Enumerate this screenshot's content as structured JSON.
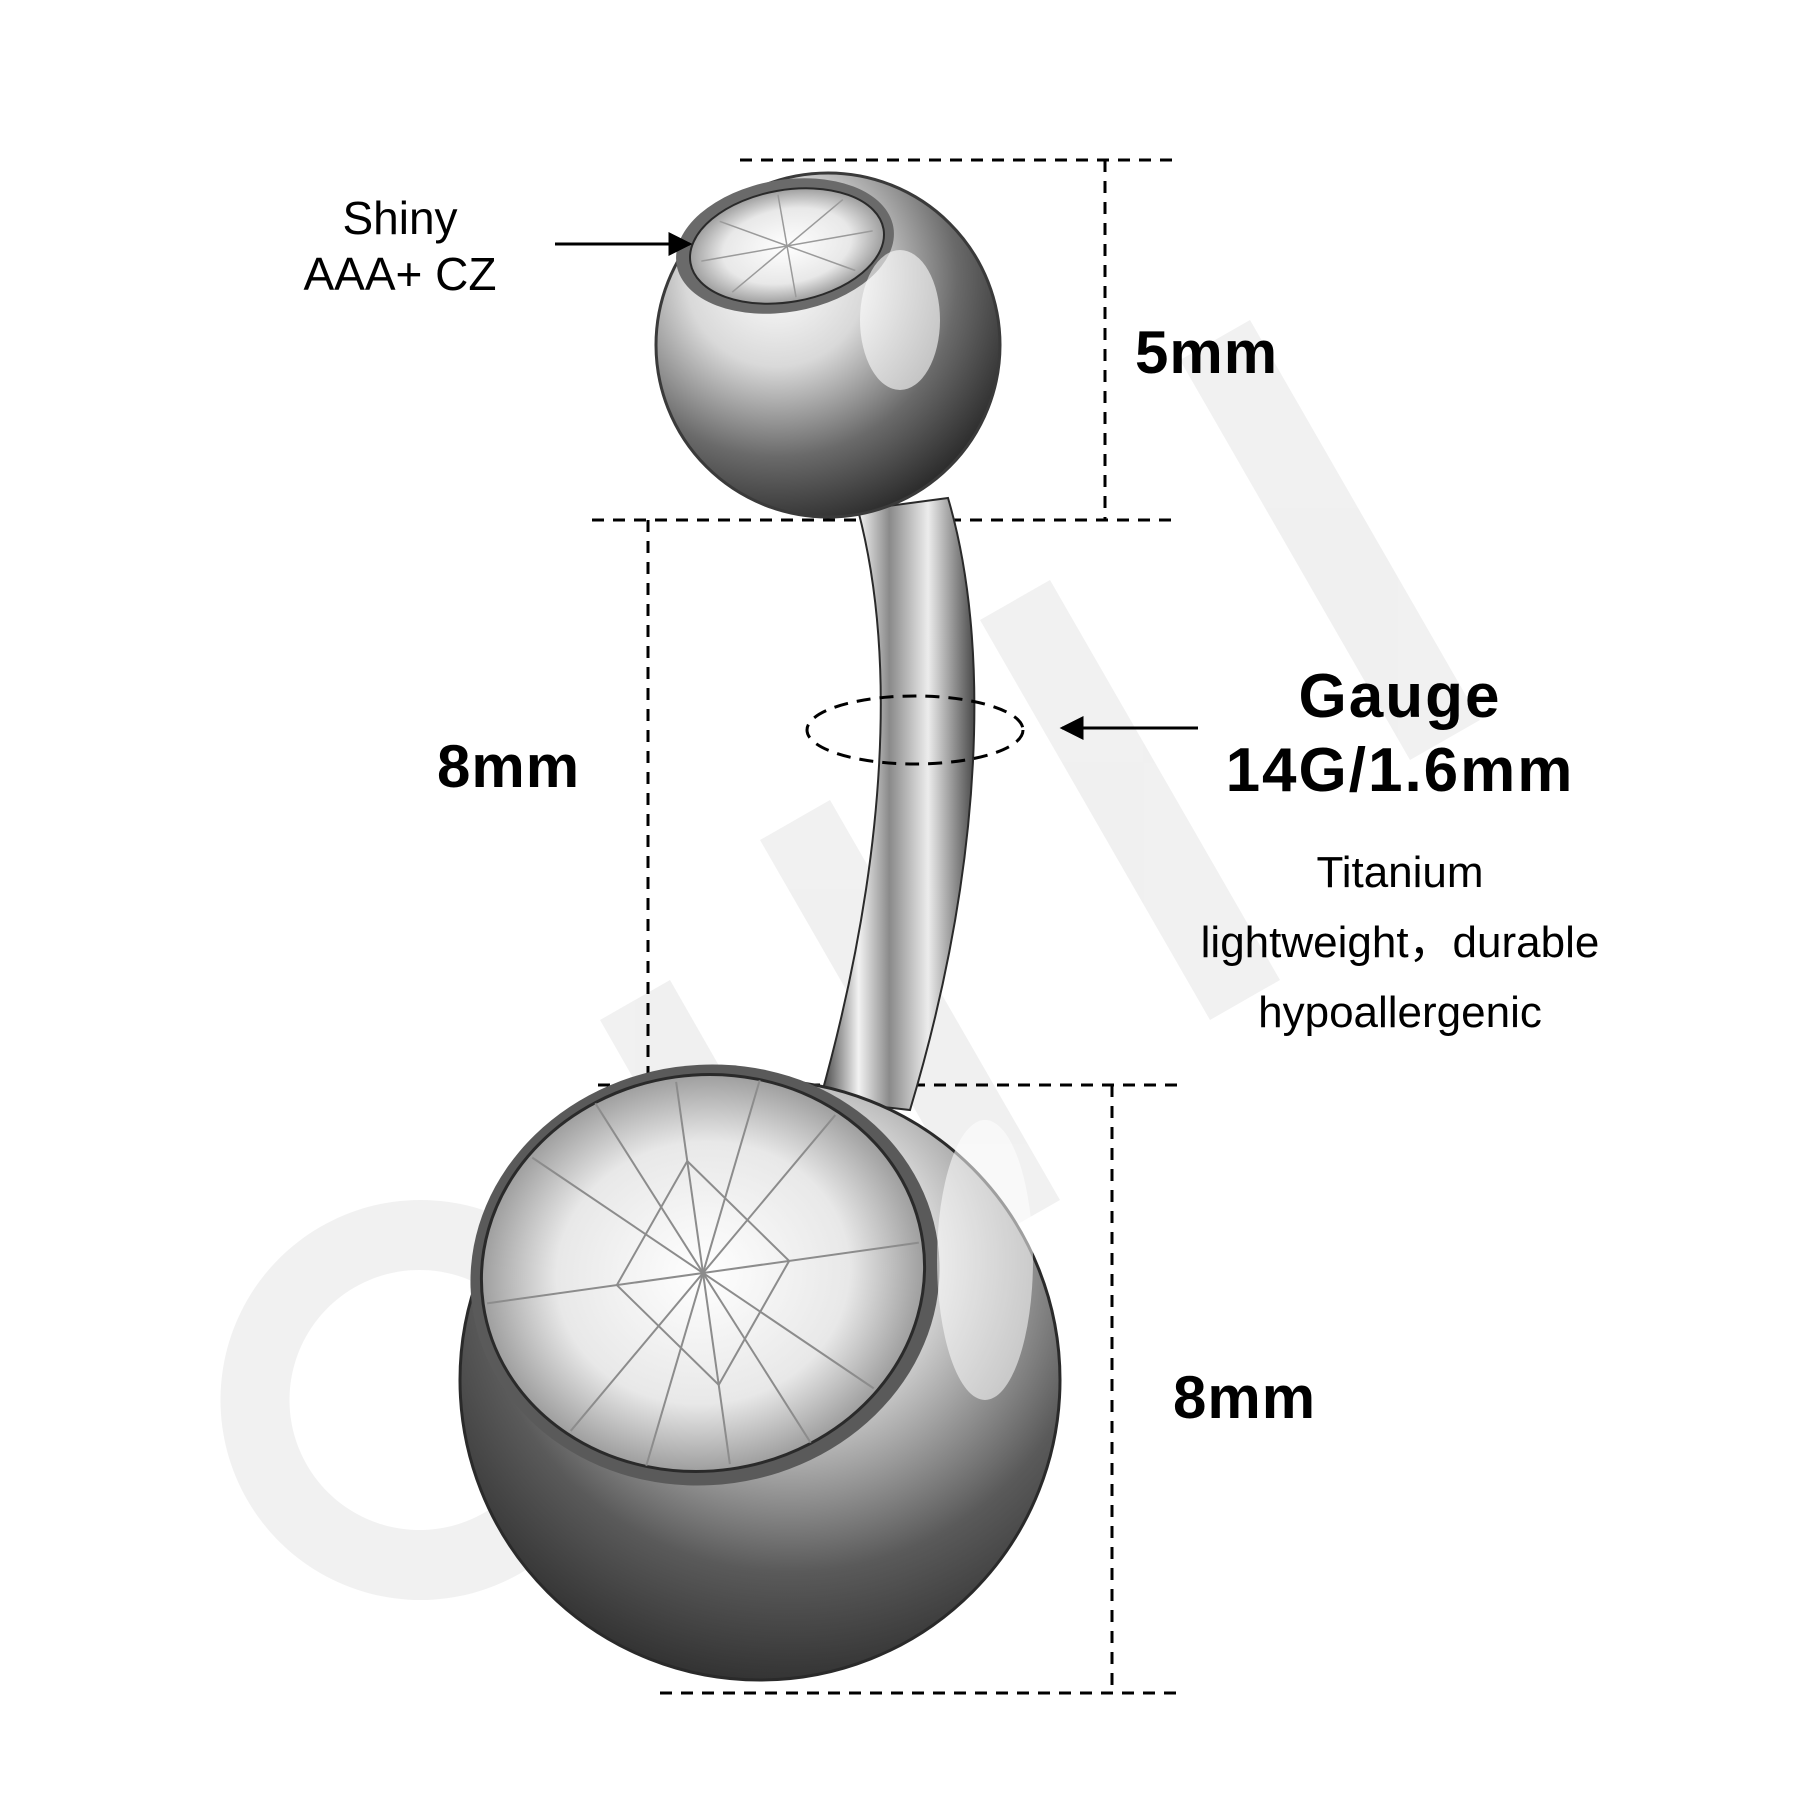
{
  "labels": {
    "cz_line1": "Shiny",
    "cz_line2": "AAA+ CZ",
    "top_ball": "5mm",
    "bar_length": "8mm",
    "bottom_ball": "8mm",
    "gauge_line1": "Gauge",
    "gauge_line2": "14G/1.6mm",
    "material_line1": "Titanium",
    "material_line2": "lightweight，durable",
    "material_line3": "hypoallergenic"
  },
  "watermark": "OUFER",
  "colors": {
    "text": "#000000",
    "metal_light": "#f4f4f4",
    "metal_dark": "#2a2a2a",
    "watermark": "#efefef"
  }
}
